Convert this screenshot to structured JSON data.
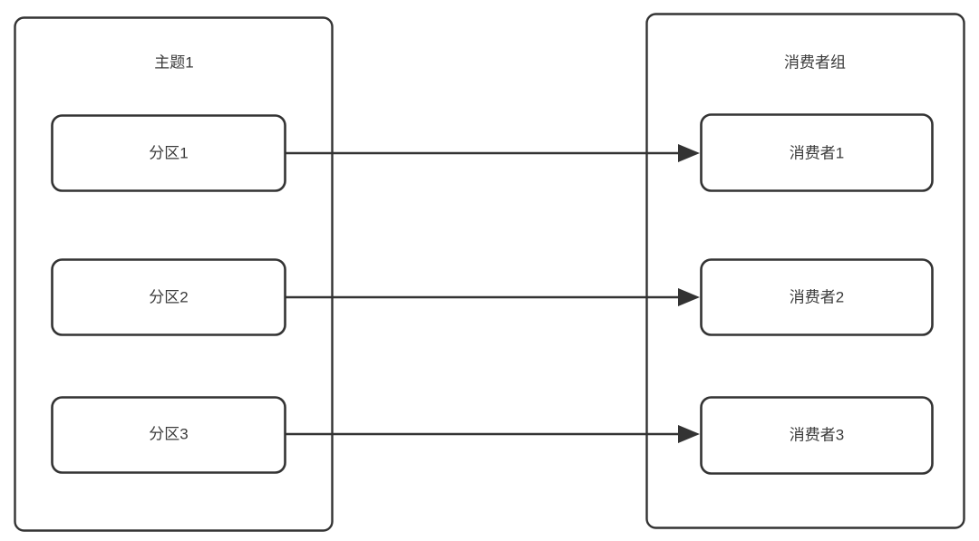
{
  "diagram": {
    "type": "block-diagram",
    "background_color": "#ffffff",
    "stroke_color": "#333333",
    "text_color": "#3b3b3b",
    "groups": [
      {
        "id": "topic-group",
        "title": "主题1",
        "nodes": [
          {
            "id": "partition-1",
            "label": "分区1"
          },
          {
            "id": "partition-2",
            "label": "分区2"
          },
          {
            "id": "partition-3",
            "label": "分区3"
          }
        ]
      },
      {
        "id": "consumer-group",
        "title": "消费者组",
        "nodes": [
          {
            "id": "consumer-1",
            "label": "消费者1"
          },
          {
            "id": "consumer-2",
            "label": "消费者2"
          },
          {
            "id": "consumer-3",
            "label": "消费者3"
          }
        ]
      }
    ],
    "edges": [
      {
        "id": "edge-1",
        "from": "分区1",
        "to": "消费者1",
        "label": ""
      },
      {
        "id": "edge-2",
        "from": "分区2",
        "to": "消费者2",
        "label": ""
      },
      {
        "id": "edge-3",
        "from": "分区3",
        "to": "消费者3",
        "label": ""
      }
    ]
  }
}
